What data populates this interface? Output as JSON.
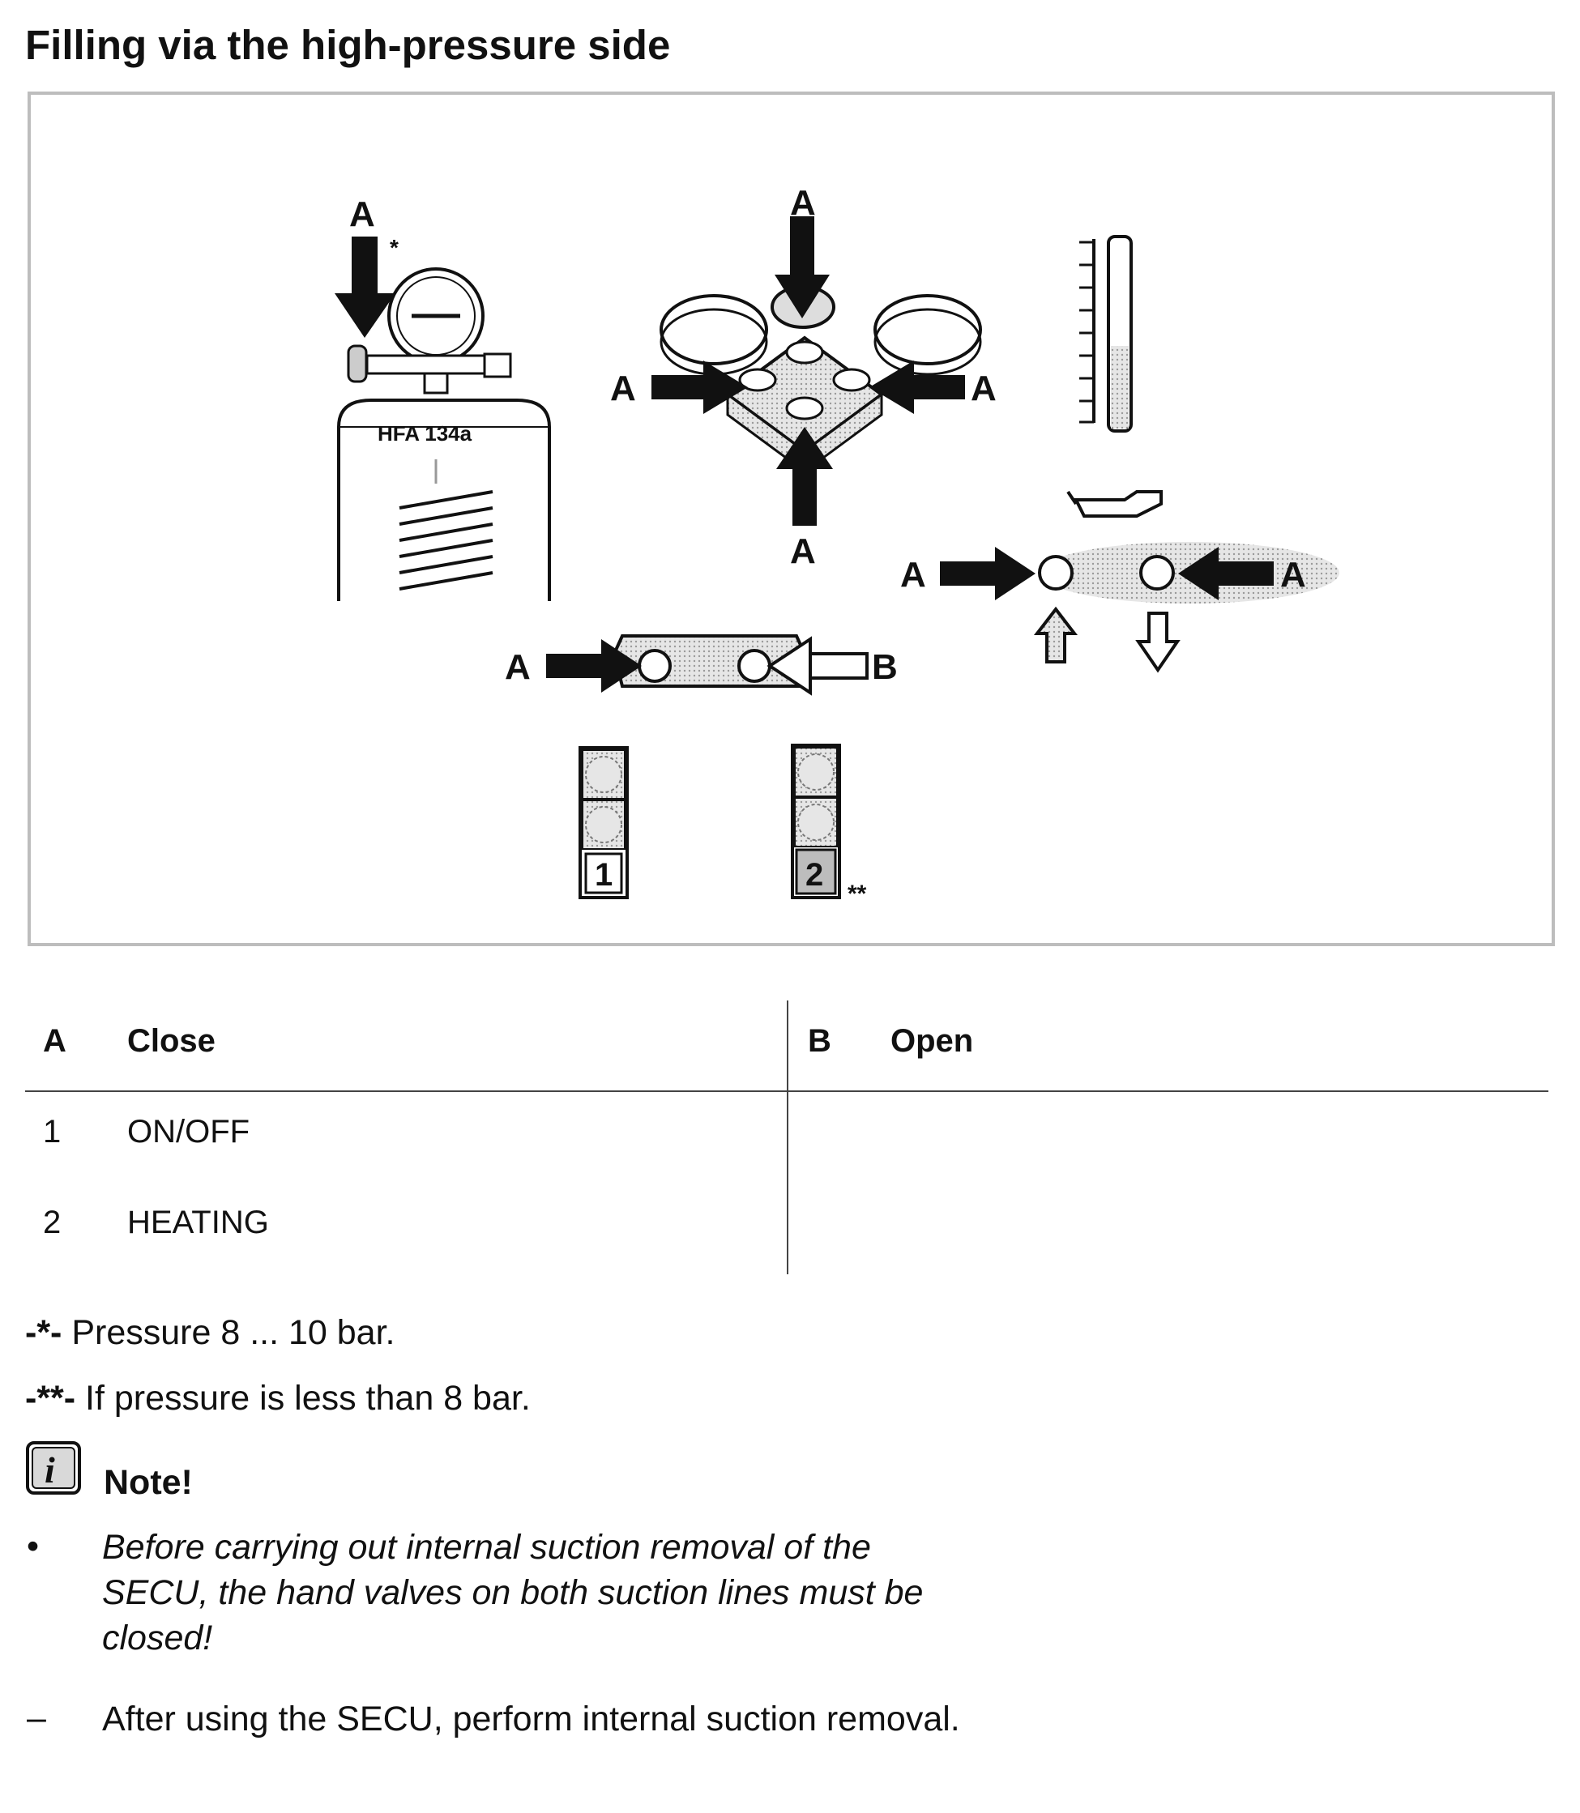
{
  "page": {
    "title": "Filling via the high-pressure side"
  },
  "figure": {
    "bottle_label": "HFA 134a",
    "marker_A": "A",
    "marker_B": "B",
    "star_single": "*",
    "star_double": "**",
    "switch_1": "1",
    "switch_2": "2"
  },
  "legend": {
    "header": [
      {
        "key": "A",
        "label": "Close"
      },
      {
        "key": "B",
        "label": "Open"
      }
    ],
    "rows": [
      {
        "key": "1",
        "label": "ON/OFF"
      },
      {
        "key": "2",
        "label": "HEATING"
      }
    ]
  },
  "footnotes": [
    {
      "marker": "-*-",
      "text": " Pressure 8 ... 10 bar."
    },
    {
      "marker": "-**-",
      "text": " If pressure is less than 8 bar."
    }
  ],
  "note": {
    "icon": "info-icon",
    "title": "Note!",
    "items": [
      {
        "bullet": "•",
        "text": "Before carrying out internal suction removal of the SECU, the hand valves on both suction lines must be closed!",
        "italic": true
      },
      {
        "bullet": "–",
        "text": "After using the SECU, perform internal suction removal.",
        "italic": false
      }
    ]
  }
}
